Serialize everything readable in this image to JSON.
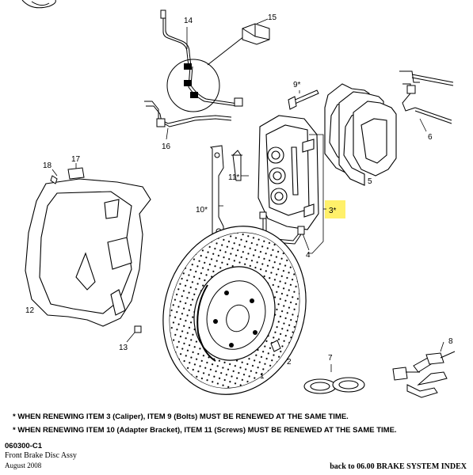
{
  "part_labels": {
    "p1": "1",
    "p2": "2",
    "p3": "3*",
    "p4": "4",
    "p5": "5",
    "p6": "6",
    "p7": "7",
    "p8": "8",
    "p9": "9*",
    "p10": "10*",
    "p11": "11*",
    "p12": "12",
    "p13": "13",
    "p14": "14",
    "p15": "15",
    "p16": "16",
    "p17": "17",
    "p18": "18"
  },
  "notes": [
    "* WHEN RENEWING ITEM 3 (Caliper),  ITEM 9 (Bolts) MUST BE RENEWED AT THE SAME TIME.",
    "* WHEN RENEWING ITEM 10 (Adapter Bracket),  ITEM 11 (Screws) MUST BE RENEWED AT THE SAME TIME."
  ],
  "footer": {
    "code": "060300-C1",
    "title": "Front Brake Disc Assy",
    "date": "August 2008"
  },
  "back_link": "back to 06.00 BRAKE SYSTEM INDEX",
  "colors": {
    "highlight": "#fff06a",
    "line": "#000000"
  }
}
